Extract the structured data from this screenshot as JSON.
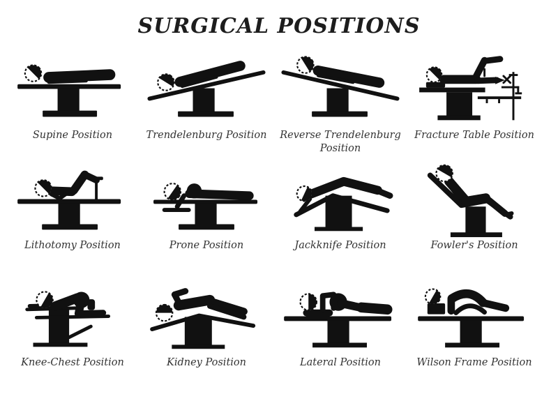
{
  "title": "SURGICAL POSITIONS",
  "colors": {
    "icon": "#111111",
    "label": "#333333",
    "title": "#1d1d1d",
    "background": "#ffffff"
  },
  "grid": {
    "rows": 3,
    "cols": 4,
    "items": [
      {
        "label": "Supine Position",
        "icon": "supine-position-icon"
      },
      {
        "label": "Trendelenburg Position",
        "icon": "trendelenburg-position-icon"
      },
      {
        "label": "Reverse Trendelenburg Position",
        "icon": "reverse-trendelenburg-position-icon"
      },
      {
        "label": "Fracture Table Position",
        "icon": "fracture-table-position-icon"
      },
      {
        "label": "Lithotomy Position",
        "icon": "lithotomy-position-icon"
      },
      {
        "label": "Prone Position",
        "icon": "prone-position-icon"
      },
      {
        "label": "Jackknife Position",
        "icon": "jackknife-position-icon"
      },
      {
        "label": "Fowler's Position",
        "icon": "fowlers-position-icon"
      },
      {
        "label": "Knee-Chest Position",
        "icon": "knee-chest-position-icon"
      },
      {
        "label": "Kidney Position",
        "icon": "kidney-position-icon"
      },
      {
        "label": "Lateral Position",
        "icon": "lateral-position-icon"
      },
      {
        "label": "Wilson Frame Position",
        "icon": "wilson-frame-position-icon"
      }
    ]
  }
}
